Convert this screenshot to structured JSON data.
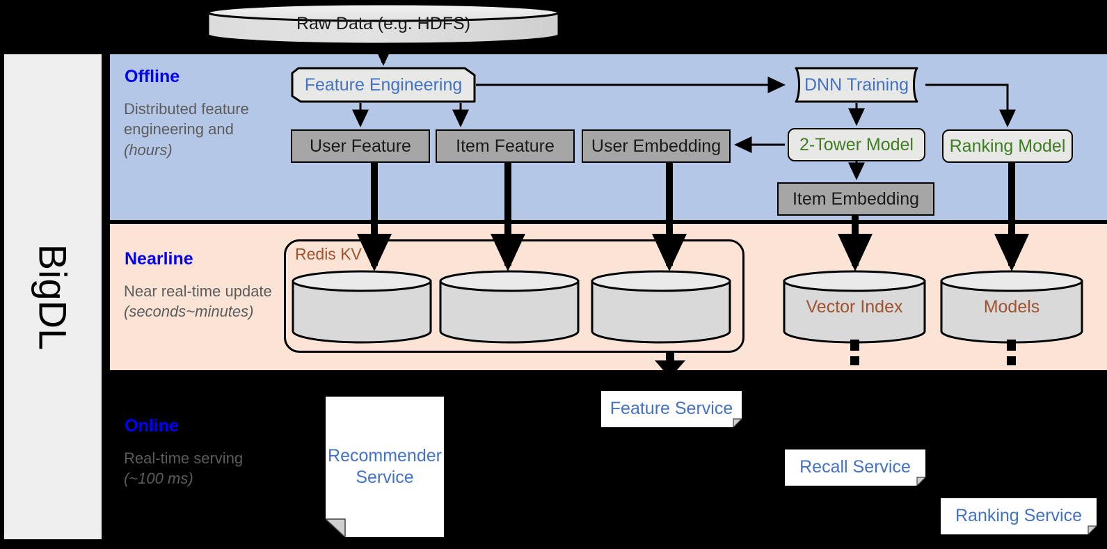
{
  "framework": {
    "name": "BigDL"
  },
  "source": {
    "raw_data_label": "Raw Data (e.g. HDFS)"
  },
  "bands": [
    {
      "id": "offline",
      "title": "Offline",
      "description": "Distributed feature engineering and ",
      "description_italic": "(hours)",
      "bg_color": "#b4c7e7"
    },
    {
      "id": "nearline",
      "title": "Nearline",
      "description": "Near real-time update ",
      "description_italic": "(seconds~minutes)",
      "bg_color": "#fbe4d5"
    },
    {
      "id": "online",
      "title": "Online",
      "description": "Real-time serving ",
      "description_italic": "(~100 ms)",
      "bg_color": "#000000"
    }
  ],
  "offline": {
    "feature_engineering": "Feature Engineering",
    "dnn_training": "DNN Training",
    "user_feature": "User Feature",
    "item_feature": "Item Feature",
    "user_embedding": "User Embedding",
    "two_tower_model": "2-Tower Model",
    "ranking_model": "Ranking Model",
    "item_embedding": "Item Embedding"
  },
  "nearline": {
    "redis_kv": "Redis KV",
    "store_1": "",
    "store_2": "",
    "store_3": "",
    "vector_index": "Vector Index",
    "models": "Models"
  },
  "online": {
    "recommender_service": "Recommender Service",
    "feature_service": "Feature Service",
    "recall_service": "Recall Service",
    "ranking_service": "Ranking Service"
  },
  "colors": {
    "offline_bg": "#b4c7e7",
    "nearline_bg": "#fbe4d5",
    "online_bg": "#000000",
    "band_title": "#0000ff",
    "band_desc": "#5c5c5c",
    "gray_box": "#a6a6a6",
    "process_box": "#e8e8e6",
    "blue_text": "#4472c4",
    "green_text": "#3f7d23",
    "brown_text": "#a0522d",
    "panel_bg": "#efefef"
  }
}
